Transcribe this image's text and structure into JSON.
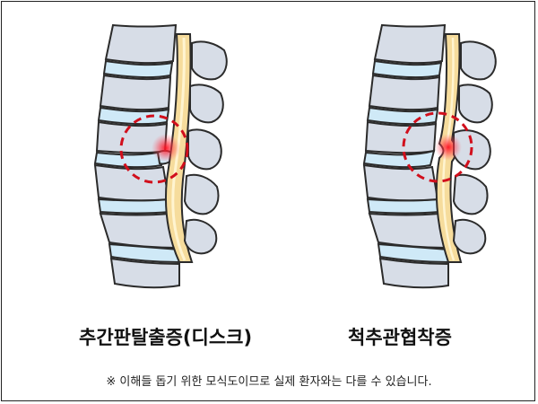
{
  "labels": {
    "left": "추간판탈출증(디스크)",
    "right": "척추관협착증"
  },
  "note": "※ 이해들 돕기 위한 모식도이므로 실제 환자와는 다를 수 있습니다.",
  "colors": {
    "bone": "#d7dde7",
    "bone_stroke": "#2b2b2b",
    "disc": "#cfe9f7",
    "cord": "#f6dc9c",
    "highlight": "#d10f1c"
  }
}
